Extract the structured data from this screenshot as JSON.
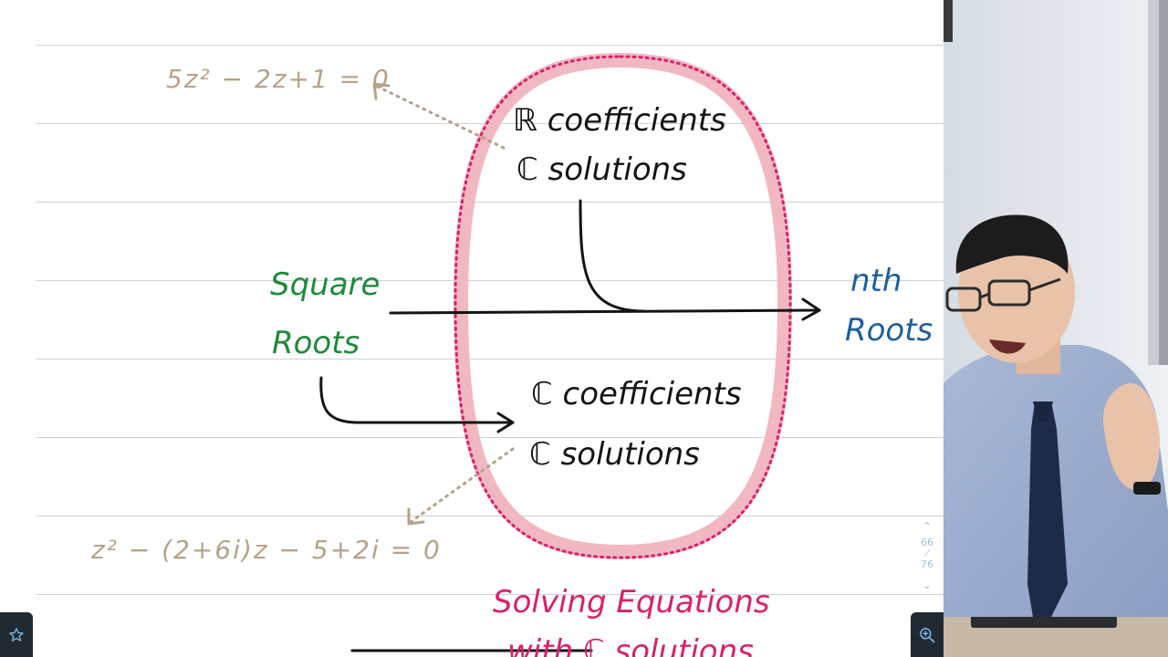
{
  "notes": {
    "top_equation": "5z² − 2z+1 = 0",
    "real_coefficients": "ℝ coefficients",
    "complex_solutions_top": "ℂ solutions",
    "square_roots_line1": "Square",
    "square_roots_line2": "Roots",
    "nth_roots_line1": "nth",
    "nth_roots_line2": "Roots",
    "complex_coefficients": "ℂ coefficients",
    "complex_solutions_bottom": "ℂ solutions",
    "bottom_equation": "z² − (2+6i)z − 5+2i = 0",
    "heading_line1": "Solving Equations",
    "heading_line2_partial": "with ℂ solutions"
  },
  "page_indicator": {
    "current": "66",
    "total": "76",
    "up_icon": "chevron-up-icon",
    "down_icon": "chevron-down-icon"
  },
  "toolbar": {
    "favorite_icon": "star-icon",
    "zoom_icon": "zoom-in-icon"
  },
  "colors": {
    "ink_black": "#141414",
    "ink_tan": "#b5a28a",
    "ink_green": "#1f8a3b",
    "ink_blue": "#1f5f9a",
    "ink_pink": "#d8216c",
    "highlight_pink": "#f2b8c2",
    "rule_line": "#c9d3de",
    "toolbar_bg": "#1f2a33",
    "indicator": "#9fc0df"
  }
}
